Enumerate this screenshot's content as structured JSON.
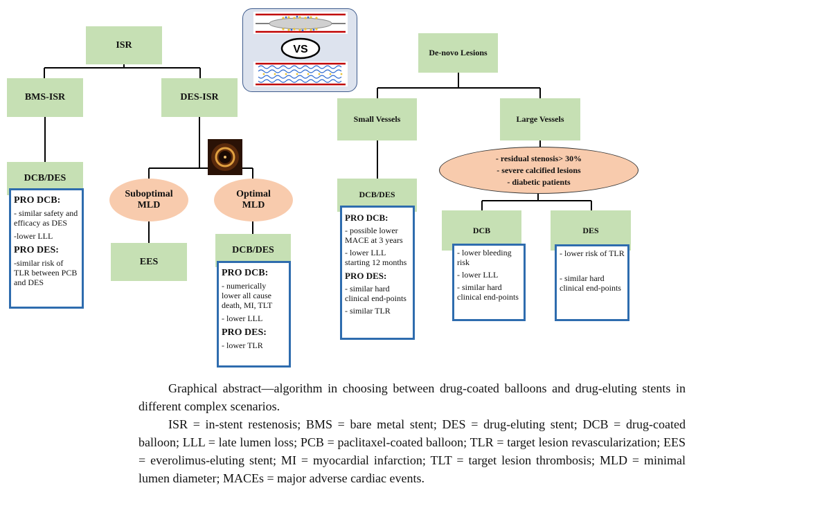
{
  "diagram": {
    "isr": "ISR",
    "bms_isr": "BMS-ISR",
    "des_isr": "DES-ISR",
    "vs": "VS",
    "de_novo": "De-novo Lesions",
    "small_vessels": "Small Vessels",
    "large_vessels": "Large Vessels",
    "bms_dcb_des": "DCB/DES",
    "suboptimal_mld": [
      "Suboptimal",
      "MLD"
    ],
    "optimal_mld": [
      "Optimal",
      "MLD"
    ],
    "ees": "EES",
    "optimal_dcb_des": "DCB/DES",
    "small_dcb_des": "DCB/DES",
    "large_criteria": [
      "- residual stenosis> 30%",
      "- severe calcified lesions",
      "- diabetic patients"
    ],
    "large_dcb": "DCB",
    "large_des": "DES",
    "bms_info": {
      "pro_dcb": "PRO DCB:",
      "dcb_items": [
        "- similar safety and efficacy as DES",
        "-lower LLL"
      ],
      "pro_des": "PRO DES:",
      "des_items": [
        "-similar risk of TLR between PCB and DES"
      ]
    },
    "optimal_info": {
      "pro_dcb": "PRO DCB:",
      "dcb_items": [
        "- numerically lower all cause death, MI, TLT",
        "- lower LLL"
      ],
      "pro_des": "PRO DES:",
      "des_items": [
        "- lower TLR"
      ]
    },
    "small_info": {
      "pro_dcb": "PRO DCB:",
      "dcb_items": [
        "- possible lower MACE at 3 years",
        "- lower LLL starting 12 months"
      ],
      "pro_des": "PRO DES:",
      "des_items": [
        "- similar hard clinical end-points",
        "- similar TLR"
      ]
    },
    "large_dcb_info": [
      "- lower bleeding risk",
      "- lower LLL",
      "- similar hard clinical end-points"
    ],
    "large_des_info": [
      "- lower risk of TLR",
      "- similar hard clinical end-points"
    ]
  },
  "caption": {
    "para1": "Graphical abstract—algorithm in choosing between drug-coated balloons and drug-eluting stents in different complex scenarios.",
    "para2": "ISR = in-stent restenosis; BMS = bare metal stent; DES = drug-eluting stent; DCB = drug-coated balloon; LLL = late lumen loss; PCB = paclitaxel-coated balloon; TLR = target lesion revascularization; EES = everolimus-eluting stent; MI = myocardial infarction; TLT = target lesion thrombosis; MLD = minimal lumen diameter; MACEs = major adverse cardiac events."
  },
  "colors": {
    "box_green": "#c6e0b4",
    "oval_peach": "#f8cbad",
    "info_border": "#2e6cae",
    "connector": "#000000"
  }
}
